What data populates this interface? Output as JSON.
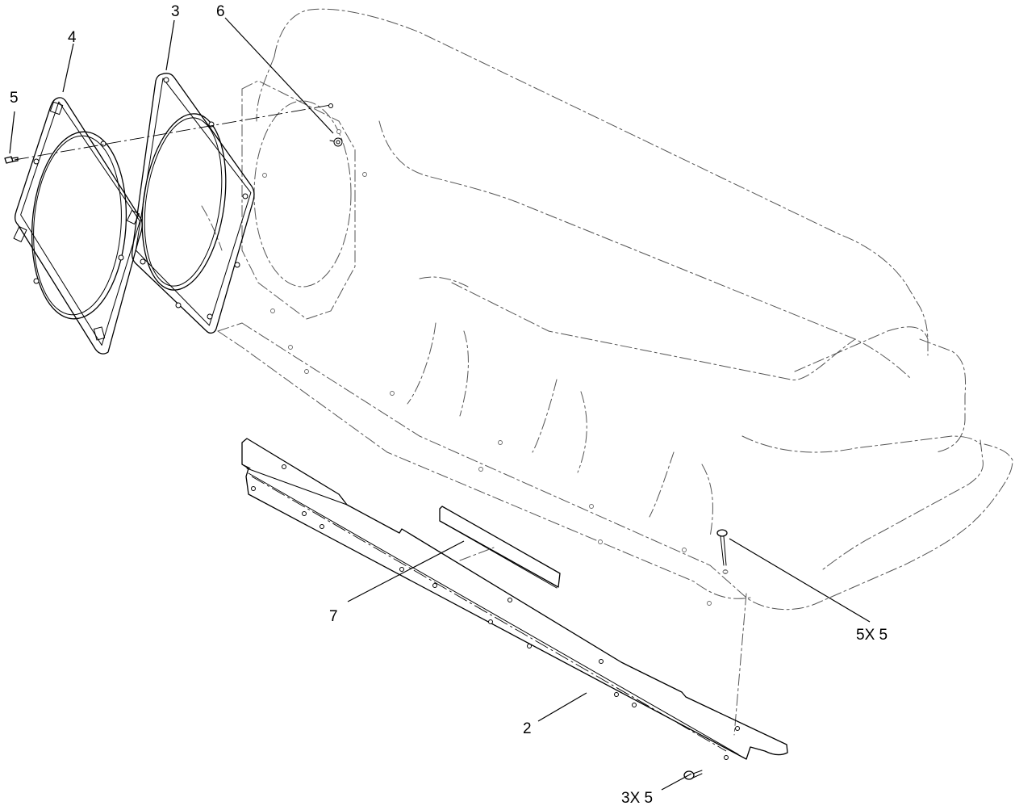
{
  "callouts": {
    "c4": "4",
    "c3": "3",
    "c6": "6",
    "c5_top": "5",
    "c7": "7",
    "c5x5": "5X 5",
    "c2": "2",
    "c3x5": "3X 5"
  }
}
